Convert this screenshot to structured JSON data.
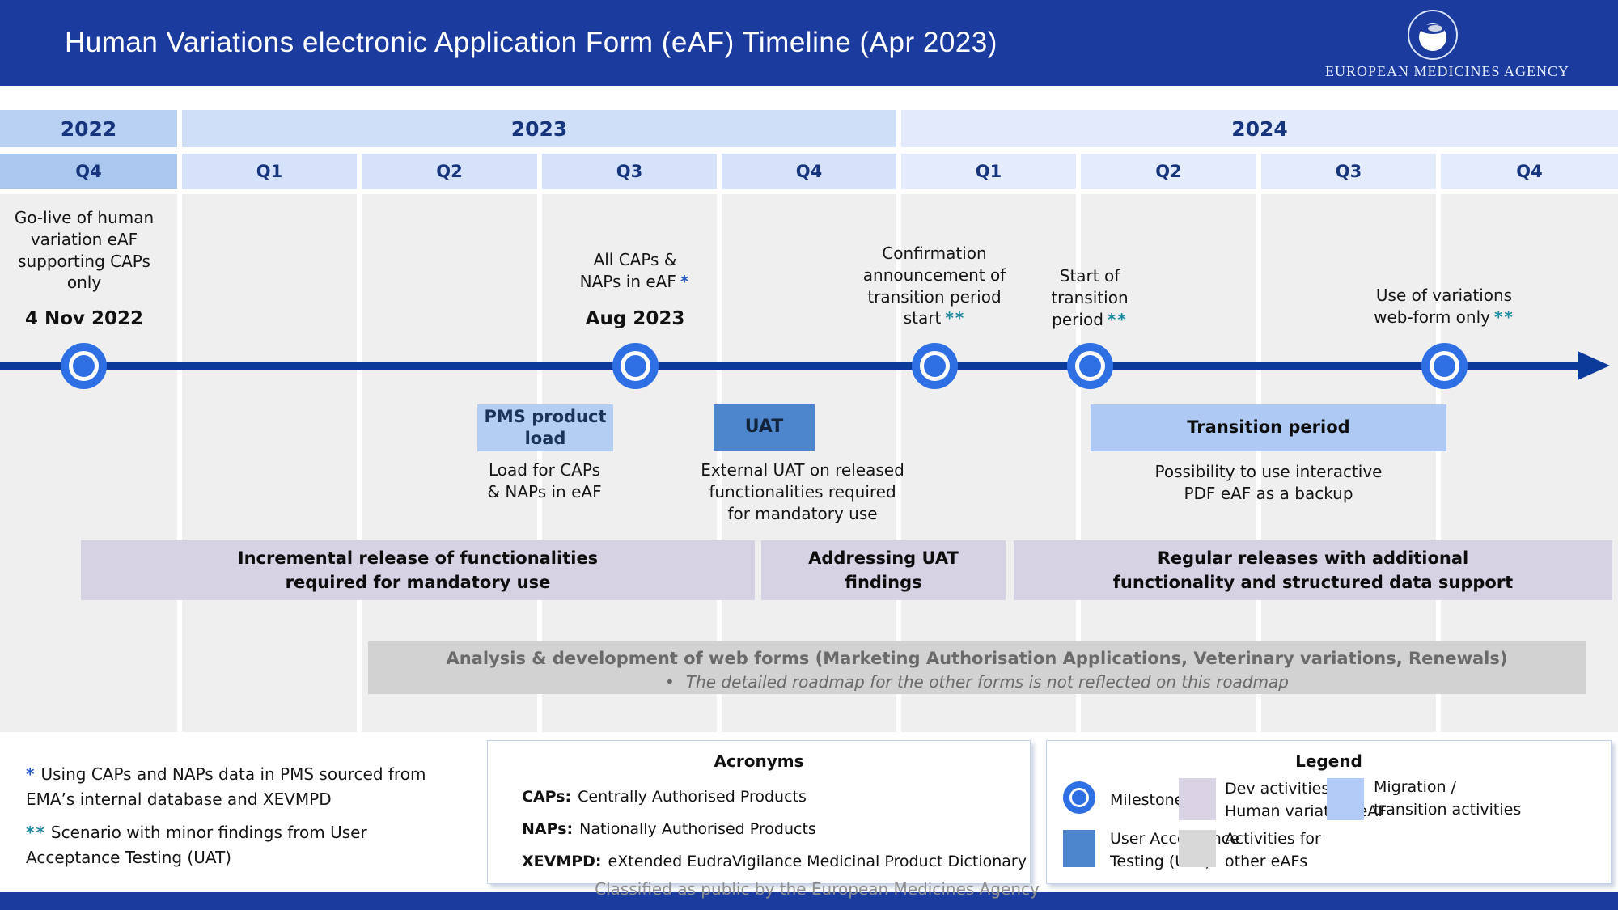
{
  "colors": {
    "header_bg": "#1c3b9e",
    "timeline": "#0b3a9b",
    "milestone_blue": "#2e6fe4",
    "star_blue": "#2457c5",
    "star_teal": "#1a8a9e",
    "pms_box": "#b4cef3",
    "uat_box": "#4d86cc",
    "transition_box": "#aecaf4",
    "dev_activities_bar": "#d7d2e3",
    "other_activities_bar": "#d2d2d2",
    "migration_swatch": "#b3ccf7"
  },
  "header": {
    "title": "Human Variations electronic Application Form (eAF) Timeline (Apr 2023)",
    "agency": "EUROPEAN MEDICINES AGENCY"
  },
  "years": [
    {
      "label": "2022"
    },
    {
      "label": "2023"
    },
    {
      "label": "2024"
    }
  ],
  "quarters": [
    "Q4",
    "Q1",
    "Q2",
    "Q3",
    "Q4",
    "Q1",
    "Q2",
    "Q3",
    "Q4"
  ],
  "milestones": [
    {
      "label": "Go-live of human\nvariation eAF\nsupporting CAPs\nonly",
      "suffix": "",
      "date": "4 Nov 2022"
    },
    {
      "label": "All CAPs &\nNAPs in eAF",
      "suffix": "*",
      "date": "Aug 2023"
    },
    {
      "label": "Confirmation\nannouncement of\ntransition period\nstart",
      "suffix": "**",
      "date": ""
    },
    {
      "label": "Start of\ntransition\nperiod",
      "suffix": "**",
      "date": ""
    },
    {
      "label": "Use of variations\nweb-form only",
      "suffix": "**",
      "date": ""
    }
  ],
  "activities": [
    {
      "box": "PMS product\nload",
      "desc": "Load for CAPs\n& NAPs in eAF"
    },
    {
      "box": "UAT",
      "desc": "External UAT on released\nfunctionalities required\nfor mandatory use"
    },
    {
      "box": "Transition period",
      "desc": "Possibility to use interactive\nPDF eAF as a backup"
    }
  ],
  "bars": [
    {
      "label": "Incremental release of functionalities\nrequired for mandatory use"
    },
    {
      "label": "Addressing UAT\nfindings"
    },
    {
      "label": "Regular releases with additional\nfunctionality and structured data support"
    }
  ],
  "analysis": {
    "title": "Analysis & development of web forms (Marketing Authorisation Applications, Veterinary variations, Renewals)",
    "bullet": "•",
    "note": "The detailed roadmap for the other forms is not reflected on this roadmap"
  },
  "footnotes": [
    {
      "star": "*",
      "text": "Using CAPs and NAPs data in PMS sourced from\nEMA’s internal database and XEVMPD"
    },
    {
      "star": "**",
      "text": "Scenario with minor findings from User\nAcceptance Testing (UAT)"
    }
  ],
  "acronyms": {
    "title": "Acronyms",
    "items": [
      {
        "term": "CAPs:",
        "def": "Centrally Authorised Products"
      },
      {
        "term": "NAPs:",
        "def": "Nationally Authorised Products"
      },
      {
        "term": "XEVMPD:",
        "def": "eXtended EudraVigilance Medicinal Product Dictionary"
      }
    ]
  },
  "legend": {
    "title": "Legend",
    "milestone_label": "Milestone",
    "dev_label": "Dev activities for\nHuman variation eAF",
    "migration_label": "Migration /\ntransition activities",
    "uat_label": "User Acceptance\nTesting (UAT)",
    "other_label": "Activities for\nother eAFs"
  },
  "footer": {
    "classification": "Classified as public by the European Medicines Agency"
  }
}
